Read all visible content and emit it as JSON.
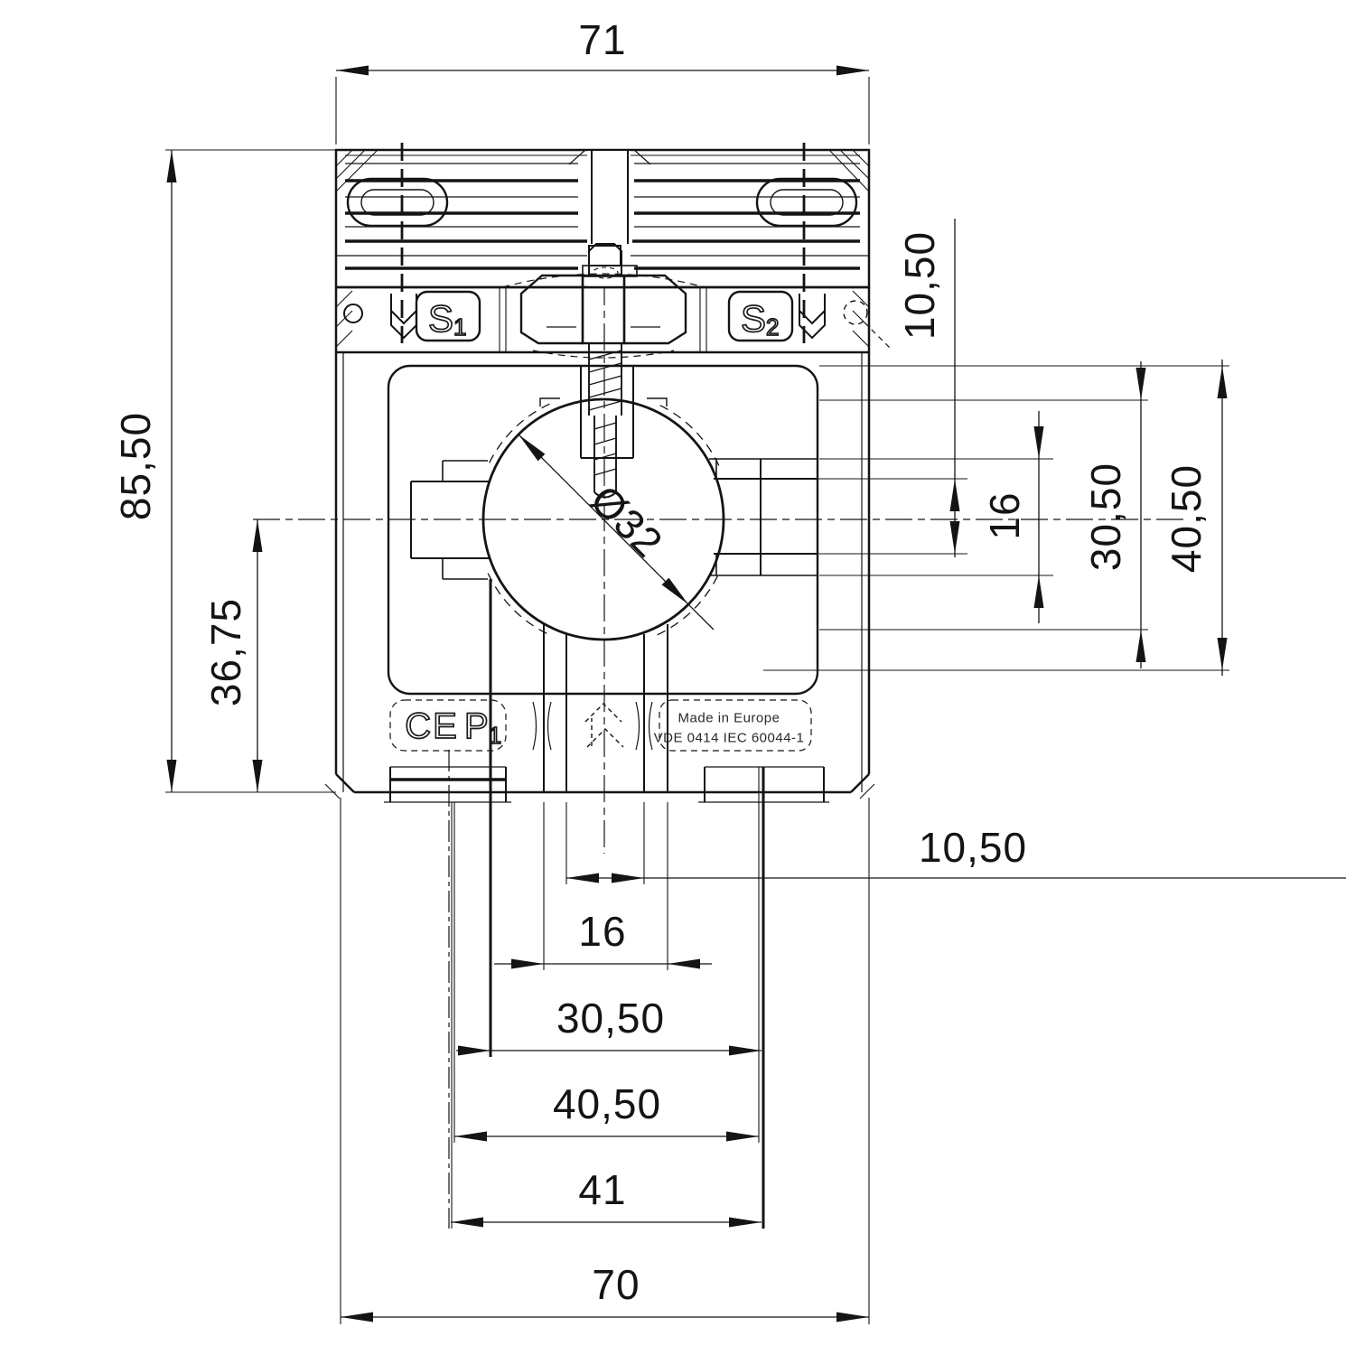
{
  "drawing_type": "technical-dimension-drawing",
  "colors": {
    "background": "#ffffff",
    "ink": "#141414"
  },
  "dimensions": {
    "top_width": "71",
    "left_total_height": "85,50",
    "left_center_height": "36,75",
    "hole_diameter": "Ø32",
    "right_slot_height": "10,50",
    "right_window_height": "16",
    "right_opening_height": "30,50",
    "right_total_height": "40,50",
    "bottom_slot_width": "10,50",
    "bottom_window_width": "16",
    "bottom_opening_width": "30,50",
    "bottom_plate_width": "40,50",
    "bottom_fixing_width": "41",
    "bottom_total_width": "70"
  },
  "labels": {
    "terminal_s1": {
      "main": "S",
      "sub": "1"
    },
    "terminal_s2": {
      "main": "S",
      "sub": "2"
    },
    "ce_mark": "CE",
    "p1": {
      "main": "P",
      "sub": "1"
    },
    "made_in": "Made in Europe",
    "standard": "VDE 0414 IEC 60044-1"
  }
}
